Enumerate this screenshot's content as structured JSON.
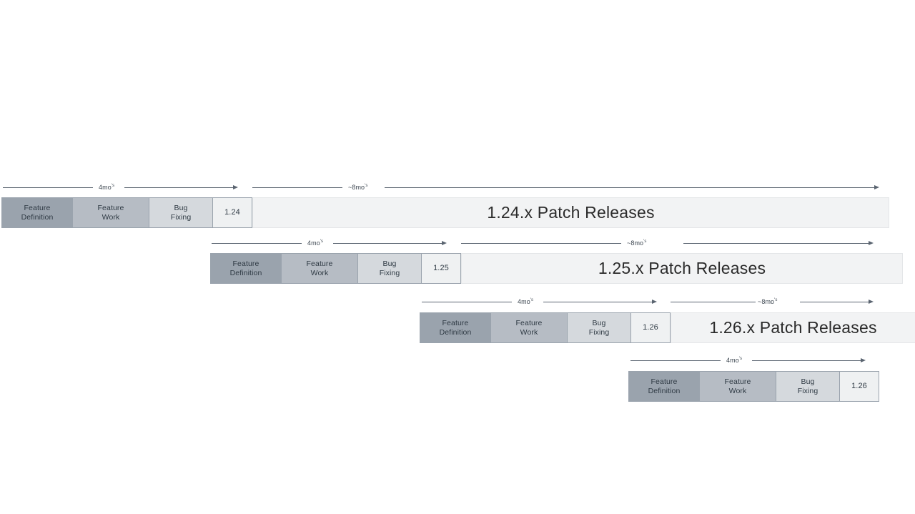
{
  "diagram": {
    "title_text_pattern": "{version}.x Patch Releases",
    "phase_labels": {
      "feature_definition": [
        "Feature",
        "Definition"
      ],
      "feature_work": [
        "Feature",
        "Work"
      ],
      "bug_fixing": [
        "Bug",
        "Fixing"
      ]
    },
    "measure_labels": {
      "short": "4mo",
      "short_suffix": "'s",
      "long": "~8mo",
      "long_suffix": "'s"
    },
    "colors": {
      "phase_tone_1": "#9aa3ad",
      "phase_tone_2": "#b6bcc4",
      "phase_tone_3": "#d5d9dd",
      "phase_tone_4": "#eff1f2",
      "patch_bar": "#f2f3f4",
      "arrow": "#5a6470",
      "text": "#2f3a44",
      "background": "#ffffff"
    },
    "rows": [
      {
        "id": "row-124",
        "version": "1.24",
        "patch_title": "1.24.x Patch Releases",
        "patch_title_size": "23px",
        "short_measure_label": "4mo",
        "long_measure_label": "~8mo",
        "phases": [
          {
            "name": "feature-definition",
            "l1": "Feature",
            "l2": "Definition"
          },
          {
            "name": "feature-work",
            "l1": "Feature",
            "l2": "Work"
          },
          {
            "name": "bug-fixing",
            "l1": "Bug",
            "l2": "Fixing"
          },
          {
            "name": "version-marker",
            "l1": "1.24",
            "l2": ""
          }
        ]
      },
      {
        "id": "row-125",
        "version": "1.25",
        "patch_title": "1.25.x Patch Releases",
        "patch_title_size": "23px",
        "short_measure_label": "4mo",
        "long_measure_label": "~8mo",
        "phases": [
          {
            "name": "feature-definition",
            "l1": "Feature",
            "l2": "Definition"
          },
          {
            "name": "feature-work",
            "l1": "Feature",
            "l2": "Work"
          },
          {
            "name": "bug-fixing",
            "l1": "Bug",
            "l2": "Fixing"
          },
          {
            "name": "version-marker",
            "l1": "1.25",
            "l2": ""
          }
        ]
      },
      {
        "id": "row-126",
        "version": "1.26",
        "patch_title": "1.26.x Patch Releases",
        "patch_title_size": "23px",
        "short_measure_label": "4mo",
        "long_measure_label": "~8mo",
        "phases": [
          {
            "name": "feature-definition",
            "l1": "Feature",
            "l2": "Definition"
          },
          {
            "name": "feature-work",
            "l1": "Feature",
            "l2": "Work"
          },
          {
            "name": "bug-fixing",
            "l1": "Bug",
            "l2": "Fixing"
          },
          {
            "name": "version-marker",
            "l1": "1.26",
            "l2": ""
          }
        ]
      },
      {
        "id": "row-127",
        "version": "1.26",
        "patch_title": "",
        "patch_title_size": "23px",
        "short_measure_label": "4mo",
        "long_measure_label": "",
        "phases": [
          {
            "name": "feature-definition",
            "l1": "Feature",
            "l2": "Definition"
          },
          {
            "name": "feature-work",
            "l1": "Feature",
            "l2": "Work"
          },
          {
            "name": "bug-fixing",
            "l1": "Bug",
            "l2": "Fixing"
          },
          {
            "name": "version-marker",
            "l1": "1.26",
            "l2": ""
          }
        ]
      }
    ]
  }
}
